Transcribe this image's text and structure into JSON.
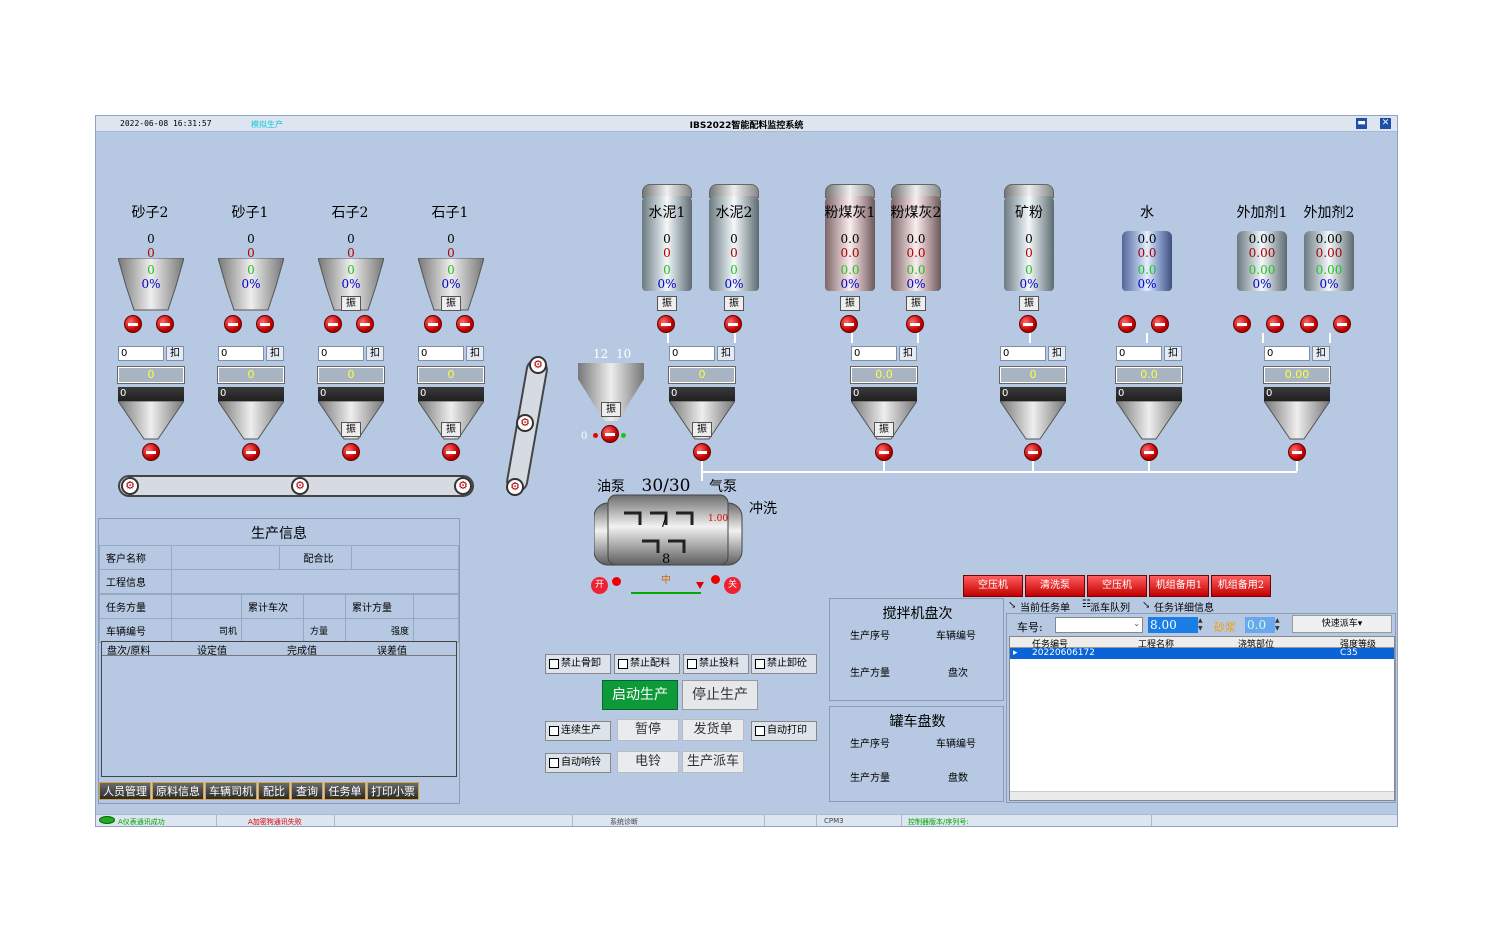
{
  "titlebar": {
    "datetime": "2022-06-08 16:31:57",
    "mode": "模拟生产",
    "title": "IBS2022智能配料监控系统",
    "min": "▬",
    "close": "✕"
  },
  "aggregates": [
    {
      "name": "砂子2",
      "v1": "0",
      "v2": "0",
      "v3": "0",
      "pct": "0%",
      "input": "0",
      "kou": "扣",
      "yellow": "0",
      "scale": "0"
    },
    {
      "name": "砂子1",
      "v1": "0",
      "v2": "0",
      "v3": "0",
      "pct": "0%",
      "input": "0",
      "kou": "扣",
      "yellow": "0",
      "scale": "0"
    },
    {
      "name": "石子2",
      "v1": "0",
      "v2": "0",
      "v3": "0",
      "pct": "0%",
      "input": "0",
      "kou": "扣",
      "yellow": "0",
      "scale": "0"
    },
    {
      "name": "石子1",
      "v1": "0",
      "v2": "0",
      "v3": "0",
      "pct": "0%",
      "input": "0",
      "kou": "扣",
      "yellow": "0",
      "scale": "0"
    }
  ],
  "vibrate": "振",
  "silos": [
    {
      "name": "水泥1",
      "v1": "0",
      "v2": "0",
      "v3": "0",
      "pct": "0%"
    },
    {
      "name": "水泥2",
      "v1": "0",
      "v2": "0",
      "v3": "0",
      "pct": "0%"
    },
    {
      "name": "粉煤灰1",
      "v1": "0.0",
      "v2": "0.0",
      "v3": "0.0",
      "pct": "0%"
    },
    {
      "name": "粉煤灰2",
      "v1": "0.0",
      "v2": "0.0",
      "v3": "0.0",
      "pct": "0%"
    },
    {
      "name": "矿粉",
      "v1": "0",
      "v2": "0",
      "v3": "0",
      "pct": "0%"
    },
    {
      "name": "水",
      "v1": "0.0",
      "v2": "0.0",
      "v3": "0.0",
      "pct": "0%"
    },
    {
      "name": "外加剂1",
      "v1": "0.00",
      "v2": "0.00",
      "v3": "0.00",
      "pct": "0%"
    },
    {
      "name": "外加剂2",
      "v1": "0.00",
      "v2": "0.00",
      "v3": "0.00",
      "pct": "0%"
    }
  ],
  "scales": [
    {
      "input": "0",
      "yellow": "0",
      "scale": "0"
    },
    {
      "input": "0",
      "yellow": "0.0",
      "scale": "0"
    },
    {
      "input": "0",
      "yellow": "0",
      "scale": "0"
    },
    {
      "input": "0",
      "yellow": "0.0",
      "scale": "0"
    },
    {
      "input": "0",
      "yellow": "0.00",
      "scale": "0"
    }
  ],
  "waitHopper": {
    "a": "12",
    "b": "10",
    "zero": "0"
  },
  "mixer": {
    "oil": "油泵",
    "count": "30/30",
    "air": "气泵",
    "wash": "冲洗",
    "value": "1.00",
    "slash": "/",
    "eight": "8",
    "open": "开",
    "mid": "中",
    "close": "关"
  },
  "prodInfo": {
    "title": "生产信息",
    "customer": "客户名称",
    "ratio": "配合比",
    "project": "工程信息",
    "taskVol": "任务方量",
    "cumCars": "累计车次",
    "cumVol": "累计方量",
    "vehicle": "车辆编号",
    "driver": "司机",
    "volume": "方量",
    "strength": "强度",
    "cols": [
      "盘次/原料",
      "设定值",
      "完成值",
      "误差值"
    ]
  },
  "bottomTabs": [
    "人员管理",
    "原料信息",
    "车辆司机",
    "配比",
    "查询",
    "任务单",
    "打印小票"
  ],
  "checks": [
    "禁止骨卸",
    "禁止配料",
    "禁止投料",
    "禁止卸砼",
    "连续生产",
    "自动打印",
    "自动响铃"
  ],
  "buttons": {
    "start": "启动生产",
    "stop": "停止生产",
    "pause": "暂停",
    "deliver": "发货单",
    "bell": "电铃",
    "dispatch": "生产派车"
  },
  "mixerBatch": {
    "title": "搅拌机盘次",
    "seq": "生产序号",
    "vehicle": "车辆编号",
    "vol": "生产方量",
    "batch": "盘次"
  },
  "truckBatch": {
    "title": "罐车盘数",
    "seq": "生产序号",
    "vehicle": "车辆编号",
    "vol": "生产方量",
    "batch": "盘数"
  },
  "redButtons": [
    "空压机",
    "清洗泵",
    "空压机",
    "机组备用1",
    "机组备用2"
  ],
  "tabs": [
    "当前任务单",
    "派车队列",
    "任务详细信息"
  ],
  "taskBar": {
    "carNo": "车号:",
    "value": "8.00",
    "sand": "砂浆",
    "sandVal": "0.0",
    "quick": "快速派车▾"
  },
  "taskGrid": {
    "cols": [
      "任务编号",
      "工程名称",
      "浇筑部位",
      "强度等级"
    ],
    "row": [
      "20220606172",
      "",
      "",
      "C35"
    ]
  },
  "status": {
    "a": "A仪表通讯成功",
    "b": "A加密狗通讯失败",
    "c": "系统诊断",
    "d": "CPM3",
    "e": "控制器版本/序列号:"
  }
}
